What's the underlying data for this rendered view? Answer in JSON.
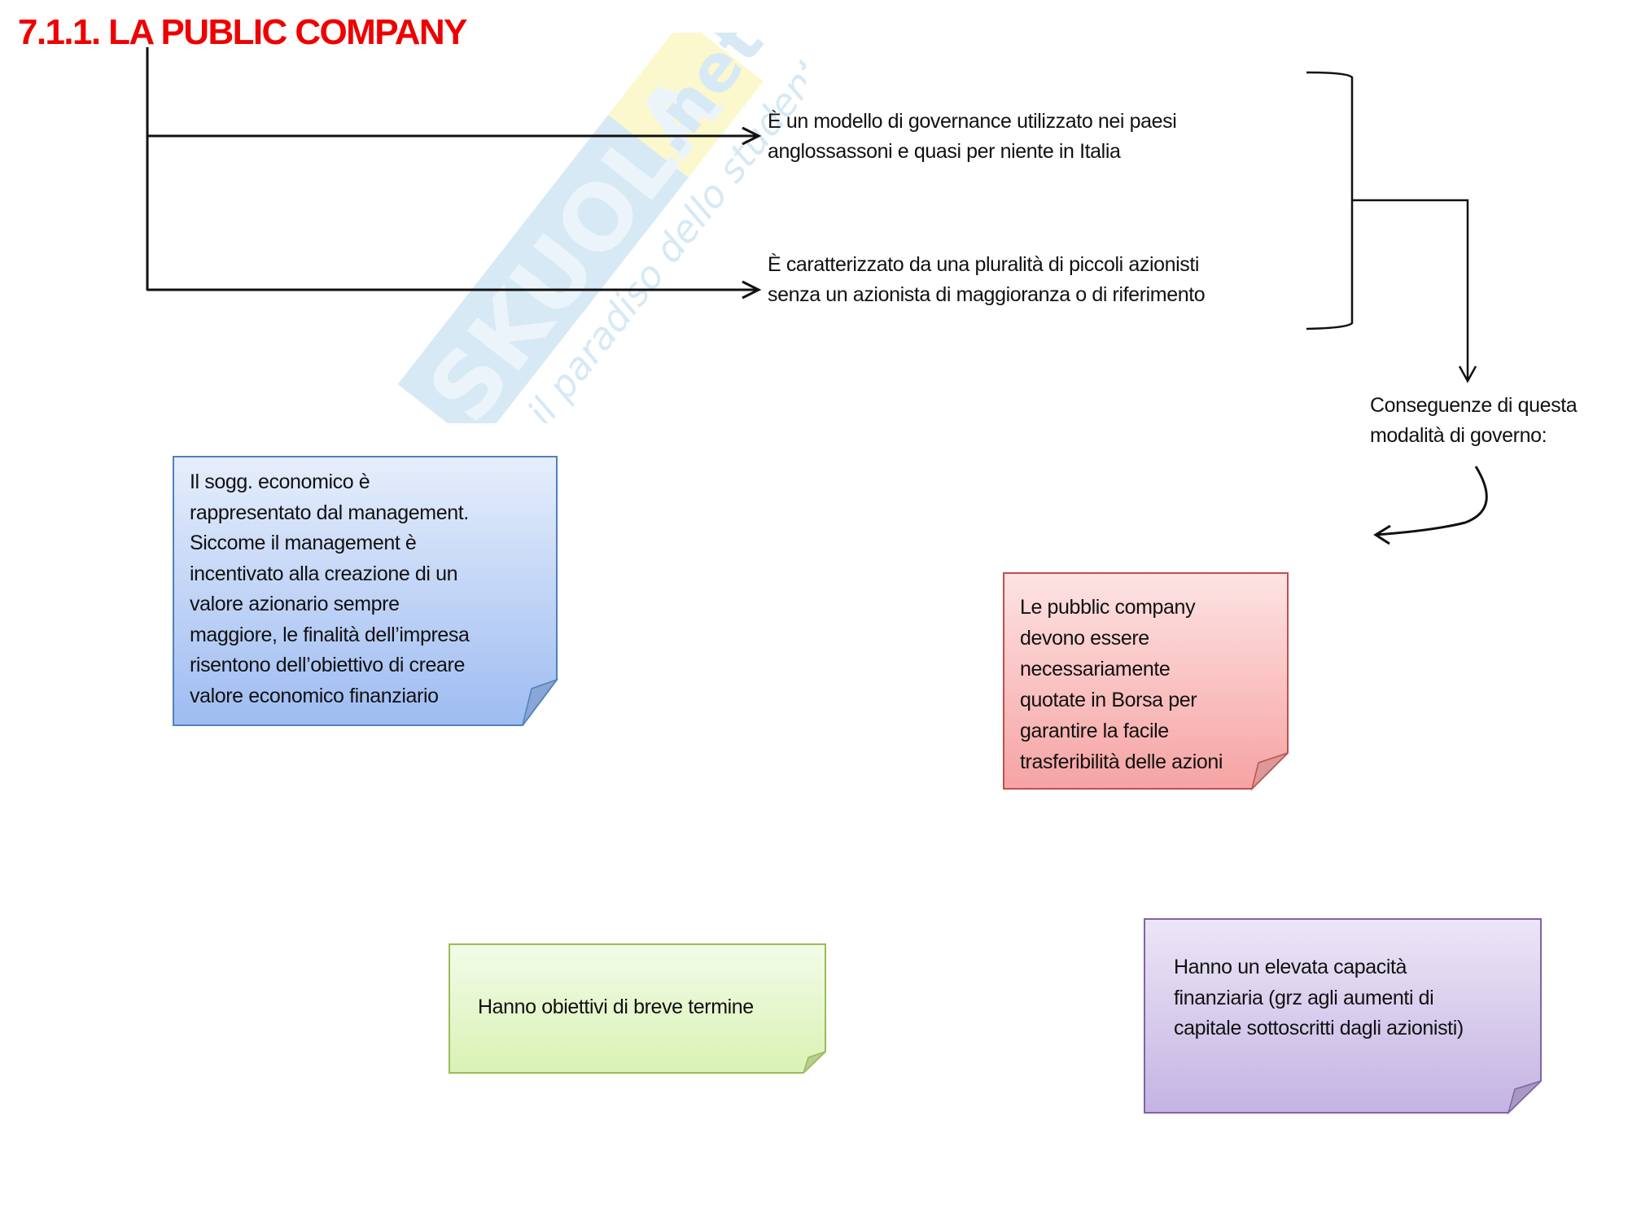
{
  "title": "7.1.1. LA PUBLIC COMPANY",
  "points": [
    {
      "lines": [
        "È un modello di governance utilizzato nei paesi",
        "anglossassoni e quasi per niente in Italia"
      ]
    },
    {
      "lines": [
        "È caratterizzato da una pluralità di piccoli azionisti",
        "senza un azionista di maggioranza o di riferimento"
      ]
    }
  ],
  "consequences": {
    "lines": [
      "Conseguenze di questa",
      "modalità di governo:"
    ]
  },
  "notes": [
    {
      "id": "blue",
      "lines": [
        "Il sogg. economico è",
        "rappresentato dal management.",
        "Siccome il management è",
        "incentivato alla creazione di un",
        "valore azionario sempre",
        "maggiore, le finalità dell’impresa",
        "risentono dell’obiettivo di creare",
        "valore economico finanziario"
      ],
      "colors": {
        "top": "#e6eefb",
        "bottom": "#9ebcf2",
        "border": "#4f81bd",
        "fold": "#8aa6d6"
      }
    },
    {
      "id": "red",
      "lines": [
        "Le pubblic company",
        "devono essere",
        "necessariamente",
        "quotate in Borsa per",
        "garantire la facile",
        "trasferibilità delle azioni"
      ],
      "colors": {
        "top": "#fde3e3",
        "bottom": "#f6a3a3",
        "border": "#c0504d",
        "fold": "#d99a99"
      }
    },
    {
      "id": "green",
      "lines": [
        "Hanno obiettivi di breve termine"
      ],
      "colors": {
        "top": "#f3fbe8",
        "bottom": "#d9f2b4",
        "border": "#9bbb59",
        "fold": "#b7cf8c"
      }
    },
    {
      "id": "purple",
      "lines": [
        "Hanno un elevata capacità",
        "finanziaria (grz agli aumenti di",
        "capitale sottoscritti dagli azionisti)"
      ],
      "colors": {
        "top": "#ece6f6",
        "bottom": "#c4b3e3",
        "border": "#8064a2",
        "fold": "#a898c6"
      }
    }
  ],
  "watermark": {
    "brand": "SKUOLA",
    "brand_suffix": ".net",
    "tagline": "il paradiso dello studente",
    "colors": {
      "band": "#cfe6f4",
      "patch": "#fbf7c6",
      "text": "#e8f3fa"
    }
  },
  "colors": {
    "title": "#ee0000",
    "line": "#111111"
  }
}
